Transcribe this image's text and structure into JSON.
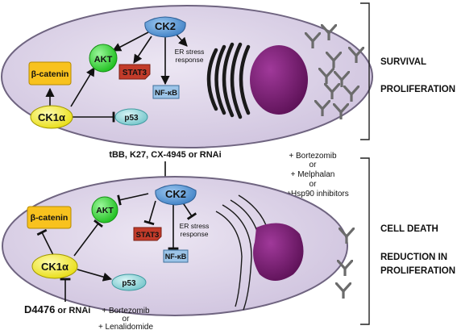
{
  "top_panel": {
    "nodes": {
      "ck2": "CK2",
      "akt": "AKT",
      "stat3": "STAT3",
      "nfkb": "NF-κB",
      "beta_catenin": "β-catenin",
      "ck1a": "CK1α",
      "p53": "p53",
      "er_stress_line1": "ER stress",
      "er_stress_line2": "response"
    },
    "outcome_1": "SURVIVAL",
    "outcome_2": "PROLIFERATION"
  },
  "middle": {
    "inhibitors": "tBB, K27, CX-4945 or RNAi",
    "combo_line1": "+ Bortezomib",
    "combo_or1": "or",
    "combo_line2": "+ Melphalan",
    "combo_or2": "or",
    "combo_line3": "+Hsp90 inhibitors"
  },
  "bottom_panel": {
    "nodes": {
      "ck2": "CK2",
      "akt": "AKT",
      "stat3": "STAT3",
      "nfkb": "NF-κB",
      "beta_catenin": "β-catenin",
      "ck1a": "CK1α",
      "p53": "p53",
      "er_stress_line1": "ER stress",
      "er_stress_line2": "response"
    },
    "outcome_1": "CELL DEATH",
    "outcome_2_line1": "REDUCTION IN",
    "outcome_2_line2": "PROLIFERATION",
    "ck1_inhibitor_drug": "D4476",
    "ck1_inhibitor_rest": " or RNAi",
    "combo_line1": "+ Bortezomib",
    "combo_or": "or",
    "combo_line2": "+ Lenalidomide"
  },
  "colors": {
    "cell_fill": "#d9cfe6",
    "cell_stroke": "#6f6480",
    "nucleus": "#7b1d73",
    "ck2": "#4a8fd2",
    "akt": "#35d435",
    "ck1a": "#f6ee1c",
    "beta_catenin": "#f8c21e",
    "stat3": "#c23b2a",
    "nfkb": "#9cc4e8",
    "p53": "#86d2d6",
    "antibody": "#6b6b6b"
  }
}
